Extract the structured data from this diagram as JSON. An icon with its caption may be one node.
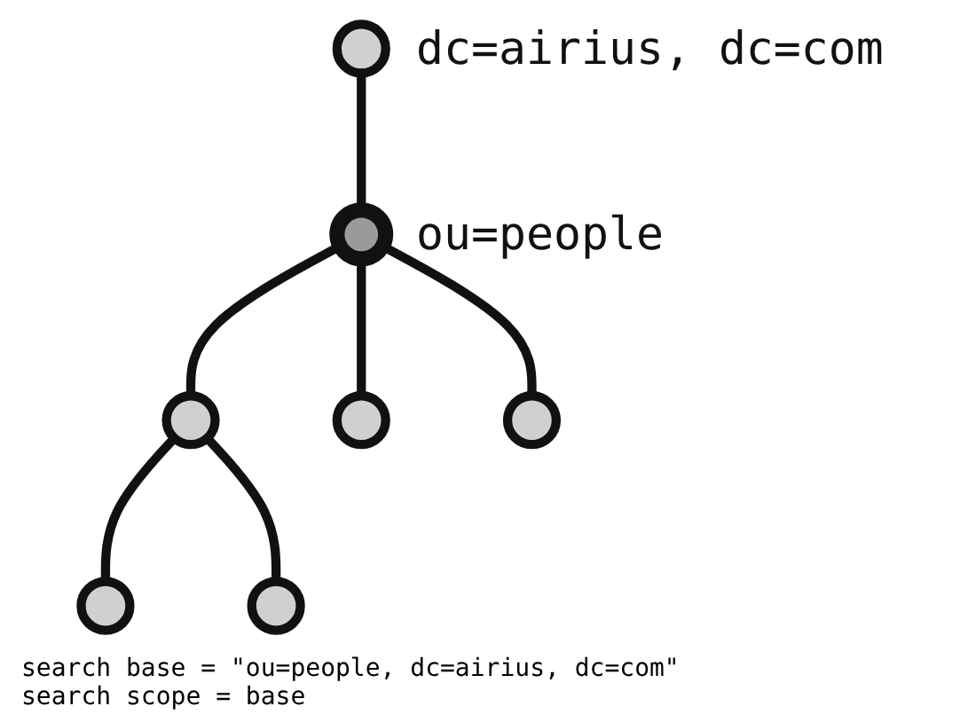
{
  "diagram": {
    "nodes": [
      {
        "text": [],
        "shape": "circle",
        "beside": [
          "dc=airius, dc=com"
        ]
      },
      {
        "text": [],
        "shape": "circle",
        "beside": [
          "ou=people"
        ]
      },
      {
        "text": [],
        "shape": "circle"
      },
      {
        "text": [],
        "shape": "circle"
      },
      {
        "text": [],
        "shape": "circle"
      },
      {
        "text": [],
        "shape": "circle"
      },
      {
        "text": [],
        "shape": "circle"
      }
    ],
    "edges": [
      {
        "from": 0,
        "to": 1,
        "arrow": "none"
      },
      {
        "from": 1,
        "to": 2,
        "arrow": "none"
      },
      {
        "from": 1,
        "to": 3,
        "arrow": "none"
      },
      {
        "from": 1,
        "to": 4,
        "arrow": "none"
      },
      {
        "from": 2,
        "to": 5,
        "arrow": "none"
      },
      {
        "from": 2,
        "to": 6,
        "arrow": "none"
      }
    ],
    "labels": [
      "search base = \"ou=people, dc=airius, dc=com\"",
      "search scope = base"
    ]
  }
}
